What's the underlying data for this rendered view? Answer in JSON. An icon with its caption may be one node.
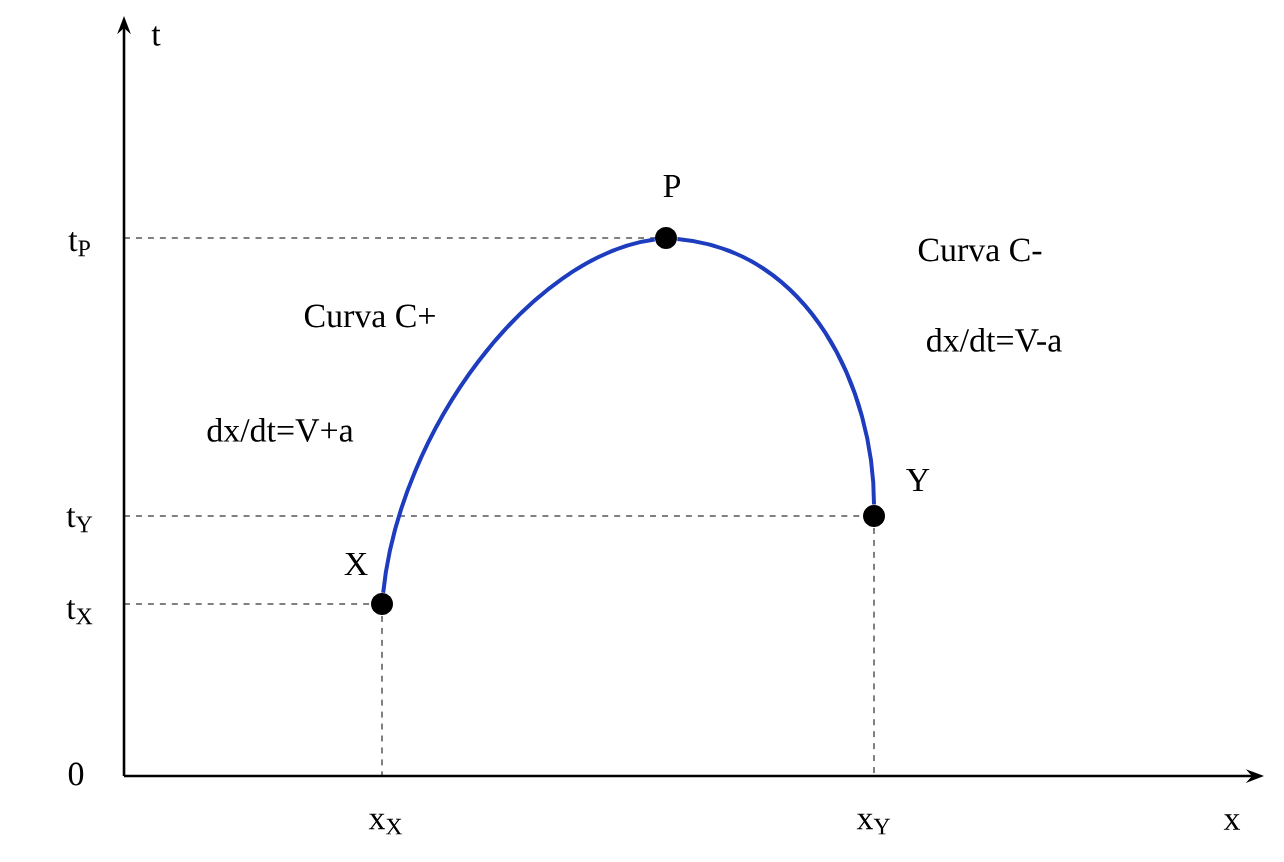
{
  "diagram": {
    "nodes": [
      {
        "text": [],
        "shape": "circle",
        "beside": [
          "X"
        ]
      },
      {
        "text": [],
        "shape": "circle",
        "beside": [
          "P"
        ]
      },
      {
        "text": [],
        "shape": "circle",
        "beside": [
          "Y"
        ]
      }
    ],
    "edges": [
      {
        "from": 0,
        "to": 1,
        "arrow": "none"
      },
      {
        "from": 1,
        "to": 2,
        "arrow": "none"
      }
    ],
    "labels": [
      "t",
      "t$_{P}$",
      "Curva C+",
      "Curva C-",
      "dx/dt=V-a",
      "dx/dt=V+a",
      "t$_{Y}$",
      "t$_{X}$",
      "0",
      "x$_{X}$",
      "x$_{Y}$",
      "x"
    ]
  }
}
